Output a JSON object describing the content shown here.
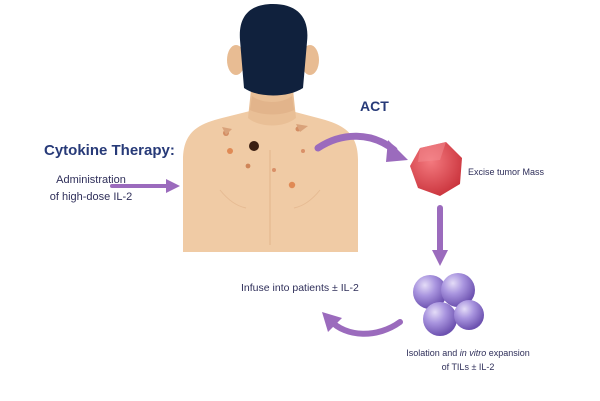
{
  "left": {
    "title": "Cytokine Therapy:",
    "admin_line1": "Administration",
    "admin_line2": "of high-dose IL-2"
  },
  "right": {
    "title": "ACT",
    "excise": "Excise tumor Mass",
    "infuse": "Infuse into patients ± IL-2",
    "isolation_pre": "Isolation and ",
    "isolation_italic": "in vitro",
    "isolation_post": " expansion",
    "isolation_line2": "of TILs ± IL-2"
  },
  "colors": {
    "arrow": "#9b6bbd",
    "skin": "#f0cba5",
    "hair": "#10213d",
    "tumor": "#e0484f",
    "cell": "#9a83d4",
    "title": "#273a78"
  }
}
